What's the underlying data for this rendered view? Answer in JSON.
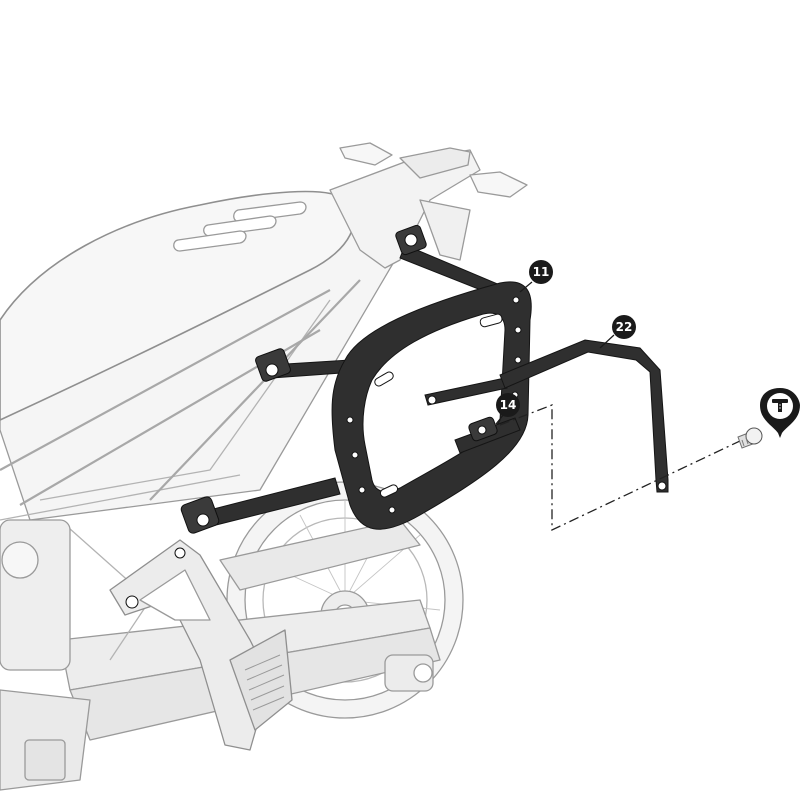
{
  "diagram": {
    "callouts": [
      {
        "id": "c11",
        "label": "11"
      },
      {
        "id": "c22",
        "label": "22"
      },
      {
        "id": "c14",
        "label": "14"
      }
    ],
    "icons": {
      "torque_note": "screw-torque-icon"
    },
    "colors": {
      "bike_fill": "#f2f2f2",
      "bike_line": "#9a9a9a",
      "frame_fill": "#2f2f2f",
      "callout_fill": "#1a1a1a"
    }
  }
}
